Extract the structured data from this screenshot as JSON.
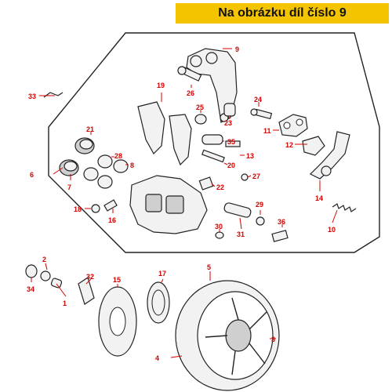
{
  "banner": {
    "text": "Na obrázku díl číslo 9"
  },
  "labels": {
    "l1": "1",
    "l2": "2",
    "l3": "3",
    "l4": "4",
    "l5": "5",
    "l6": "6",
    "l7": "7",
    "l8": "8",
    "l9": "9",
    "l10": "10",
    "l11": "11",
    "l12": "12",
    "l13": "13",
    "l14": "14",
    "l15": "15",
    "l16": "16",
    "l17": "17",
    "l18": "18",
    "l19": "19",
    "l20": "20",
    "l21": "21",
    "l22": "22",
    "l23": "23",
    "l24": "24",
    "l25": "25",
    "l26": "26",
    "l27": "27",
    "l28": "28",
    "l29": "29",
    "l30": "30",
    "l31": "31",
    "l32": "32",
    "l33": "33",
    "l34": "34",
    "l35": "35",
    "l36": "36"
  },
  "colors": {
    "banner": "#f5c400",
    "callout": "#d40000",
    "line": "#222222"
  }
}
